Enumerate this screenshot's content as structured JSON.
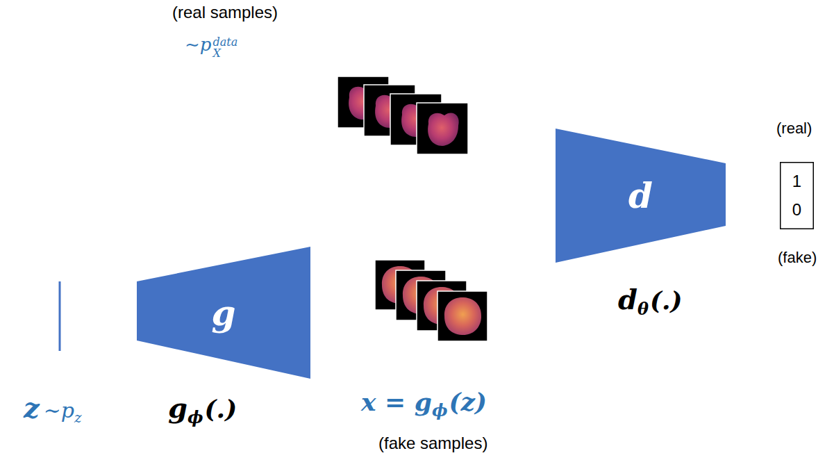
{
  "diagram": {
    "nodes": [
      {
        "text": [
          "g"
        ]
      },
      {
        "text": [
          "d"
        ]
      },
      {
        "text": [
          "1",
          "0"
        ]
      }
    ],
    "labels": [
      "(real samples)",
      "∼p",
      "X",
      "data",
      "(real)",
      "(fake)",
      "d",
      "θ",
      "(.)",
      "g",
      "ϕ",
      "(.)",
      "z",
      "∼p",
      "z",
      "x = g",
      "ϕ",
      "(z)",
      "(fake samples)"
    ]
  }
}
